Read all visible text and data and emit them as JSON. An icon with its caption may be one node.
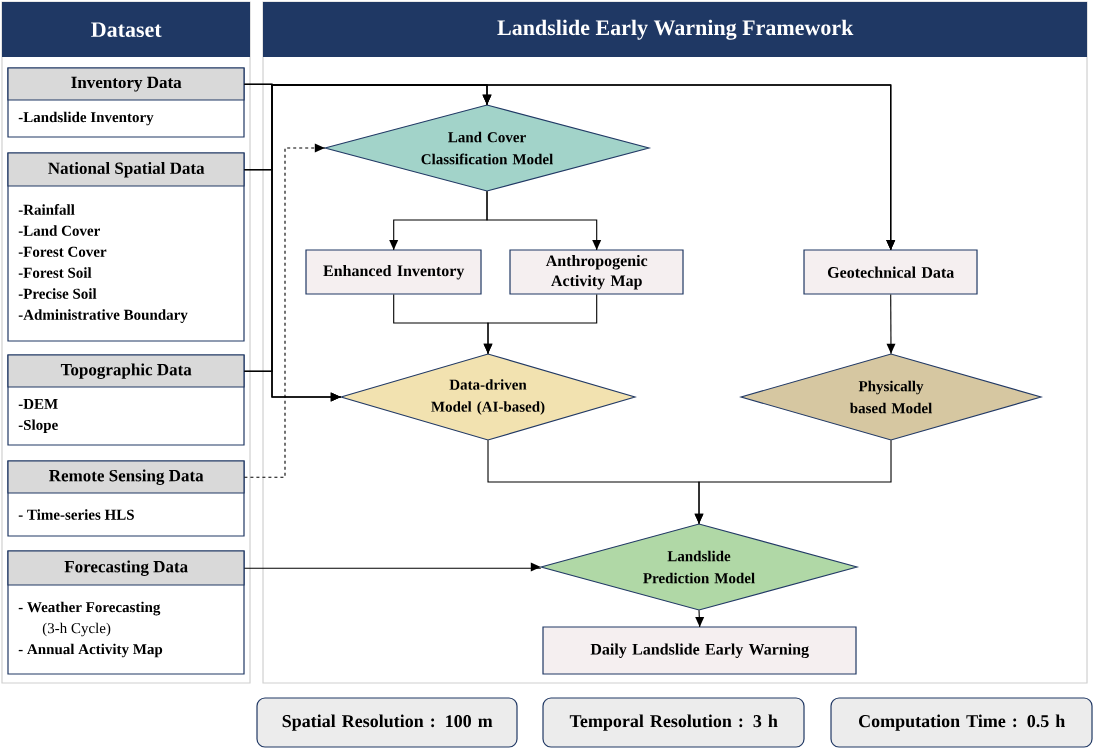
{
  "diagram": {
    "nodes": [
      {
        "text": [
          "Dataset"
        ]
      },
      {
        "text": [
          "Landslide Early Warning Framework"
        ]
      },
      {
        "text": [
          "Inventory Data",
          "-Landslide Inventory"
        ],
        "in": 0
      },
      {
        "text": [
          "National Spatial Data",
          "-Rainfall",
          "-Land Cover",
          "-Forest Cover",
          "-Forest Soil",
          "-Precise Soil",
          "-Administrative Boundary"
        ],
        "in": 0
      },
      {
        "text": [
          "Topographic Data",
          "-DEM",
          "-Slope"
        ],
        "in": 0
      },
      {
        "text": [
          "Remote Sensing Data",
          "- Time-series HLS"
        ],
        "in": 0
      },
      {
        "text": [
          "Forecasting Data",
          "- Weather Forecasting",
          "(3-h Cycle)",
          "- Annual Activity Map"
        ],
        "in": 0
      },
      {
        "text": [
          "Land Cover Classification Model"
        ],
        "in": 1
      },
      {
        "text": [
          "Enhanced Inventory"
        ],
        "in": 1
      },
      {
        "text": [
          "Anthropogenic Activity Map"
        ],
        "in": 1
      },
      {
        "text": [
          "Geotechnical Data"
        ],
        "in": 1
      },
      {
        "text": [
          "Data-driven Model (AI-based)"
        ],
        "in": 1
      },
      {
        "text": [
          "Physically based Model"
        ],
        "in": 1
      },
      {
        "text": [
          "Landslide Prediction Model"
        ],
        "in": 1
      },
      {
        "text": [
          "Daily Landslide Early Warning"
        ],
        "in": 1
      },
      {
        "text": [
          "Spatial Resolution : 100 m"
        ]
      },
      {
        "text": [
          "Temporal Resolution : 3 h"
        ]
      },
      {
        "text": [
          "Computation Time : 0.5 h"
        ]
      }
    ],
    "edges": [
      {
        "from": 2,
        "to": 7,
        "arrow": "to"
      },
      {
        "from": 2,
        "to": 10,
        "arrow": "to"
      },
      {
        "from": 2,
        "to": 11,
        "arrow": "to"
      },
      {
        "from": 3,
        "to": 7,
        "arrow": "to"
      },
      {
        "from": 3,
        "to": 10,
        "arrow": "to"
      },
      {
        "from": 3,
        "to": 11,
        "arrow": "to"
      },
      {
        "from": 4,
        "to": 7,
        "arrow": "to"
      },
      {
        "from": 4,
        "to": 10,
        "arrow": "to"
      },
      {
        "from": 4,
        "to": 11,
        "arrow": "to"
      },
      {
        "from": 5,
        "to": 7,
        "arrow": "to",
        "style": "dashed"
      },
      {
        "from": 6,
        "to": 13,
        "arrow": "to"
      },
      {
        "from": 7,
        "to": 8,
        "arrow": "to"
      },
      {
        "from": 7,
        "to": 9,
        "arrow": "to"
      },
      {
        "from": 8,
        "to": 11,
        "arrow": "to"
      },
      {
        "from": 9,
        "to": 11,
        "arrow": "to"
      },
      {
        "from": 10,
        "to": 12,
        "arrow": "to"
      },
      {
        "from": 11,
        "to": 13,
        "arrow": "to"
      },
      {
        "from": 12,
        "to": 13,
        "arrow": "to"
      },
      {
        "from": 13,
        "to": 14,
        "arrow": "to"
      }
    ]
  }
}
